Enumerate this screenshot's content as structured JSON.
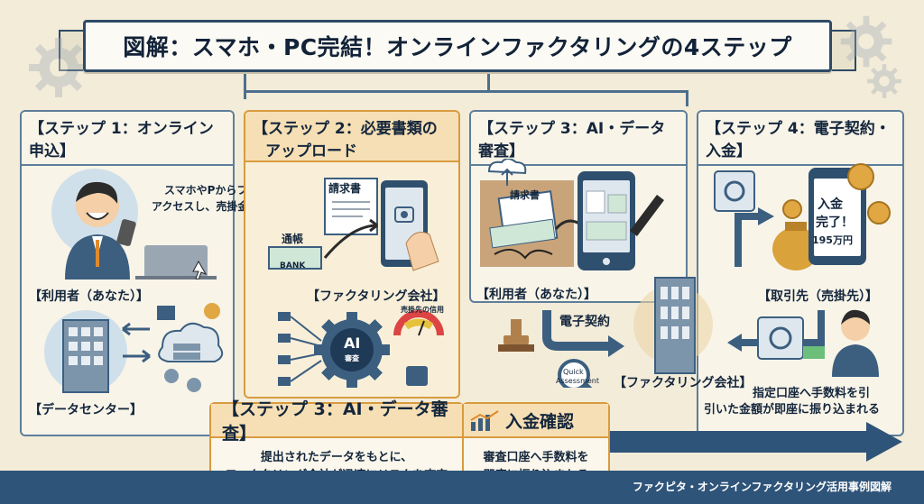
{
  "title": "図解：スマホ・PC完結！オンラインファクタリングの4ステップ",
  "steps": [
    {
      "header": "【ステップ 1：オンライン申込】",
      "instruction_line1": "スマホやPからフォームへ",
      "instruction_line2": "アクセスし、売掛金額などを入力",
      "user_label": "【利用者（あなた）】",
      "datacenter_label": "【データセンター】"
    },
    {
      "header_line1": "【ステップ 2：必要書類の",
      "header_line2": "アップロード",
      "invoice_label": "請求書",
      "passbook_label": "通帳",
      "bank_card": "BANK",
      "company_label": "【ファクタリング会社】",
      "credit_label": "売掛先の信用",
      "ai_label": "AI",
      "ai_sub": "審査"
    },
    {
      "header": "【ステップ 3：AI・データ審査】",
      "invoice_label": "請求書",
      "user_label": "【利用者（あなた）】",
      "contract_label": "電子契約",
      "quick_label": "Quick",
      "quick_label2": "Assessment",
      "company_label": "【ファクタリング会社】"
    },
    {
      "header": "【ステップ 4：電子契約・入金】",
      "deposit_line1": "入金",
      "deposit_line2": "完了！",
      "deposit_amount": "195万円",
      "client_label": "【取引先（売掛先）】",
      "transfer_line1": "指定口座へ手数料を引",
      "transfer_line2": "引いた金額が即座に振り込まれる"
    }
  ],
  "info_boxes": [
    {
      "header": "【ステップ 3：AI・データ審査】",
      "body_line1": "提出されたデータをもとに、",
      "body_line2": "ファクタリング会社が迅速にリスクを査定"
    },
    {
      "header": "入金確認",
      "body_line1": "審査口座へ手数料を",
      "body_line2": "即座に振り込まれる"
    }
  ],
  "footer": "ファクピタ・オンラインファクタリング活用事例図解",
  "colors": {
    "navy": "#2e4a66",
    "orange": "#d89b3e",
    "background": "#f3ecd9",
    "footer": "#2f5479"
  }
}
